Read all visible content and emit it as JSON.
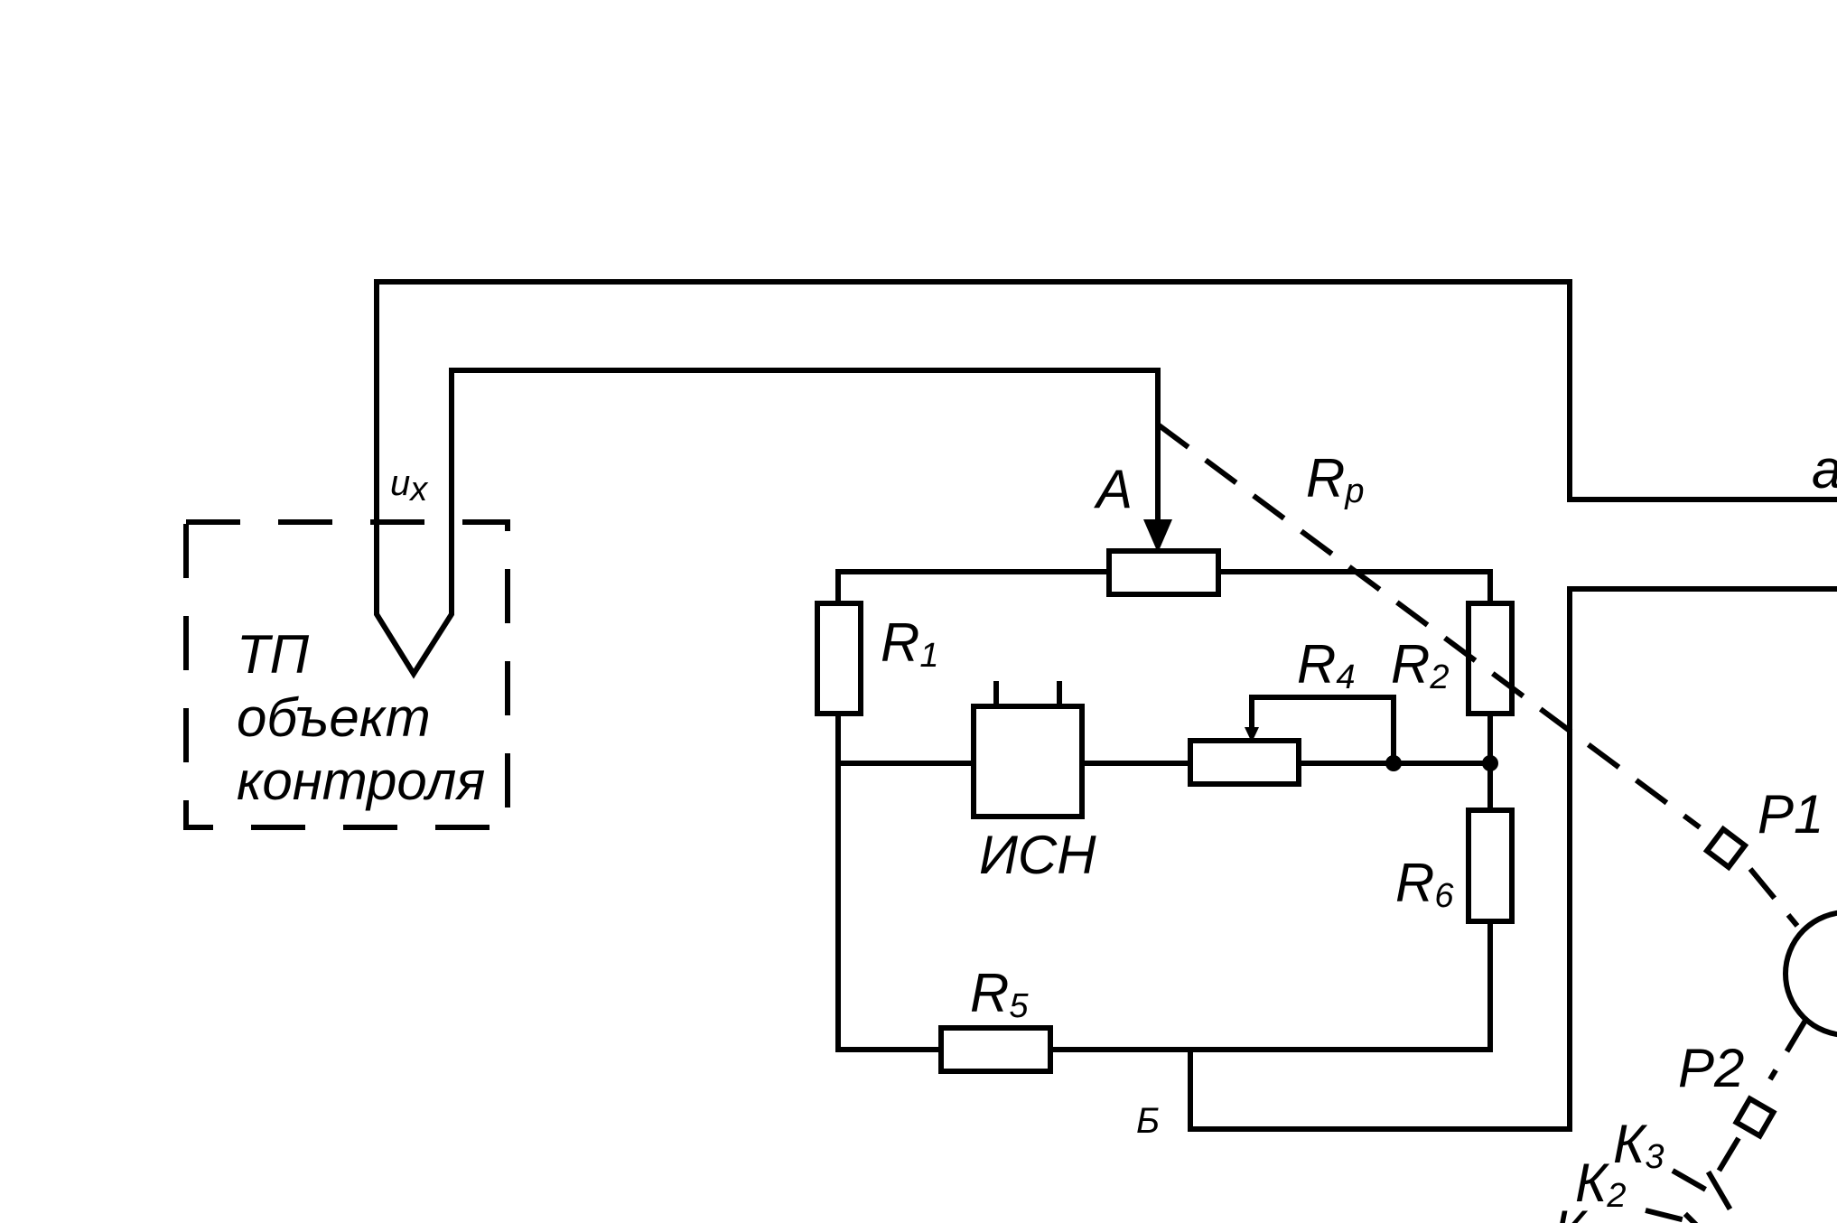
{
  "colors": {
    "ink": "#000000",
    "background": "#ffffff"
  },
  "labels": {
    "object_line1": "ТП",
    "object_line2": "объект",
    "object_line3": "контроля",
    "ux_main": "u",
    "ux_sub": "x",
    "node_a": "А",
    "rp_main": "R",
    "rp_sub": "р",
    "r1_main": "R",
    "r1_sub": "1",
    "r2_main": "R",
    "r2_sub": "2",
    "r4_main": "R",
    "r4_sub": "4",
    "r5_main": "R",
    "r5_sub": "5",
    "r6_main": "R",
    "r6_sub": "6",
    "isn": "ИСН",
    "node_b": "Б",
    "p1": "Р1",
    "p2": "Р2",
    "k3_main": "К",
    "k3_sub": "3",
    "k2_main": "К",
    "k2_sub": "2",
    "k1_main": "К",
    "edge_a": "а"
  }
}
